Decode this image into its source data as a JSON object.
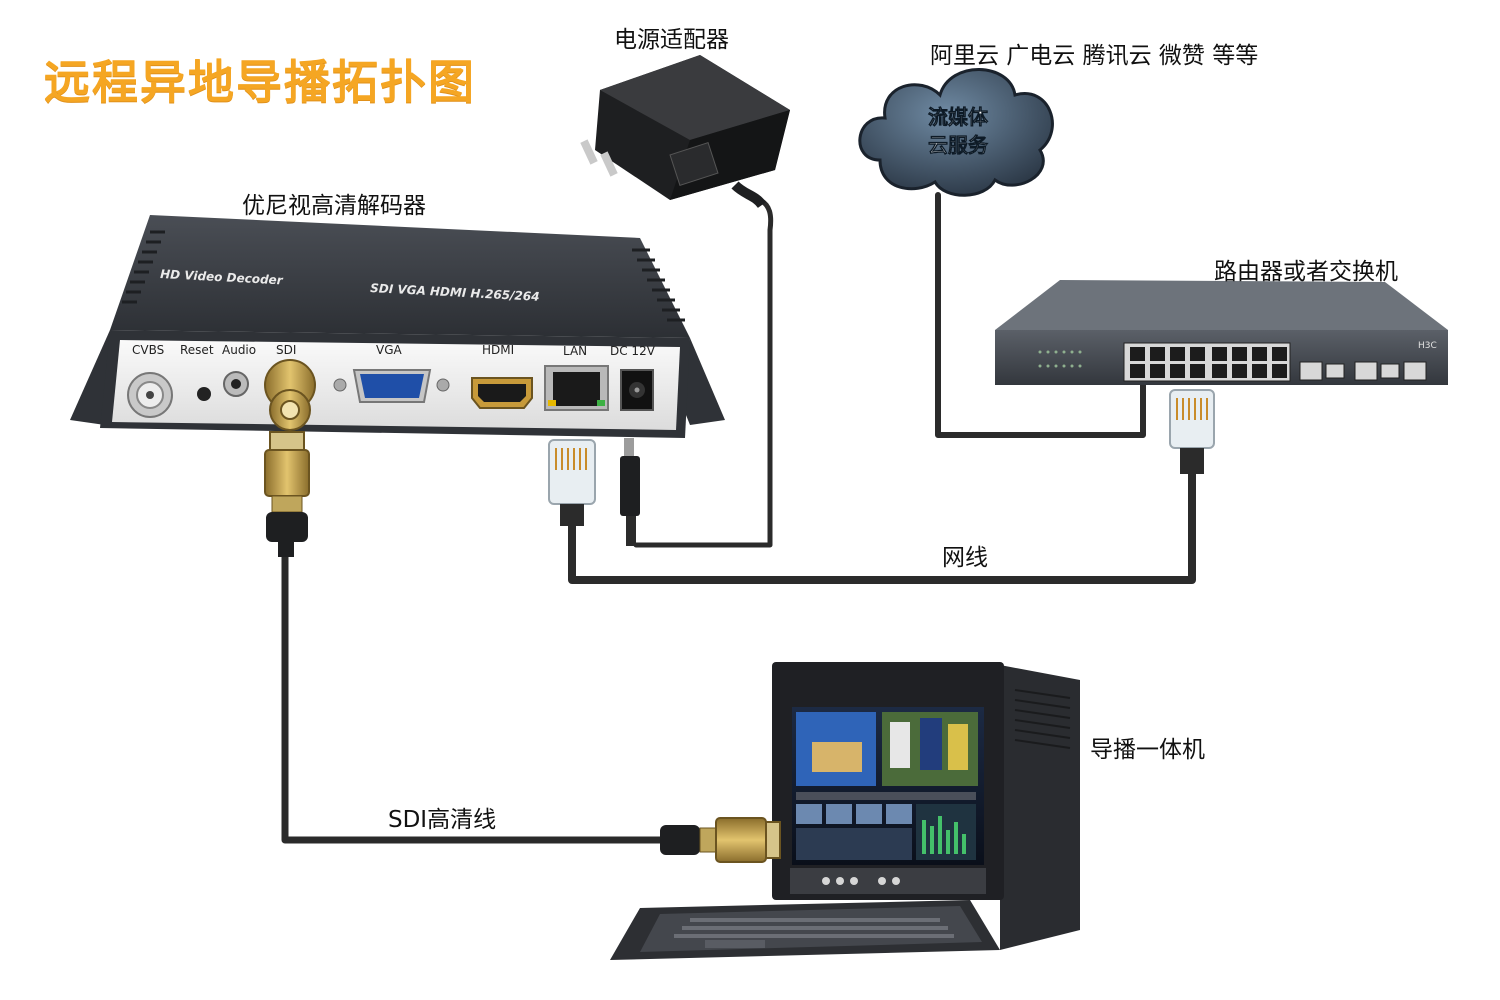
{
  "title": "远程异地导播拓扑图",
  "labels": {
    "power_adapter": "电源适配器",
    "cloud_providers": "阿里云 广电云 腾讯云 微赞 等等",
    "cloud_line1": "流媒体",
    "cloud_line2": "云服务",
    "decoder": "优尼视高清解码器",
    "router": "路由器或者交换机",
    "network_cable": "网线",
    "production_unit": "导播一体机",
    "sdi_cable": "SDI高清线"
  },
  "decoder_device": {
    "print_line1": "HD Video Decoder",
    "print_line2": "SDI  VGA  HDMI  H.265/264",
    "ports": [
      "CVBS",
      "Reset",
      "Audio",
      "SDI",
      "VGA",
      "HDMI",
      "LAN",
      "DC 12V"
    ]
  },
  "router_device": {
    "brand": "H3C"
  },
  "colors": {
    "title": "#f5a623",
    "cable": "#2b2b2b",
    "device_body": "#3a3d42",
    "panel": "#f2f2f2",
    "cloud": "#3c4b5c"
  }
}
